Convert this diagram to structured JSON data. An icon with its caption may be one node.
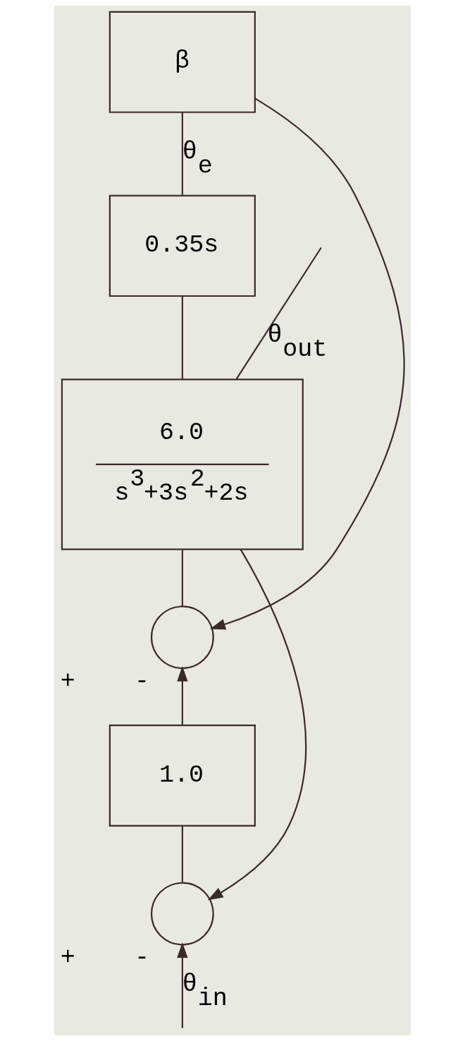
{
  "diagram": {
    "nodes": [
      {
        "text": [],
        "shape": "circle",
        "beside": [
          "+",
          "-"
        ]
      },
      {
        "text": [
          "1.0"
        ]
      },
      {
        "text": [],
        "shape": "circle",
        "beside": [
          "+",
          "-"
        ]
      },
      {
        "text": [
          "6.0",
          "s$^{3}$+3s$^{2}$+2s"
        ]
      },
      {
        "text": [
          "0.35s"
        ]
      },
      {
        "text": [
          "β"
        ]
      }
    ],
    "edges": [
      {
        "from": null,
        "to": 0,
        "arrow": "to",
        "label": "θ$_{in}$"
      },
      {
        "from": 0,
        "to": 1,
        "arrow": "none"
      },
      {
        "from": 1,
        "to": 2,
        "arrow": "to"
      },
      {
        "from": 2,
        "to": 3,
        "arrow": "none"
      },
      {
        "from": 3,
        "to": null,
        "arrow": "none",
        "label": "θ$_{out}$"
      },
      {
        "from": 3,
        "to": 4,
        "arrow": "none"
      },
      {
        "from": 4,
        "to": 5,
        "arrow": "none",
        "label": "θ$_{e}$"
      },
      {
        "from": 5,
        "to": 2,
        "arrow": "to"
      },
      {
        "from": 3,
        "to": 0,
        "arrow": "to"
      }
    ]
  }
}
